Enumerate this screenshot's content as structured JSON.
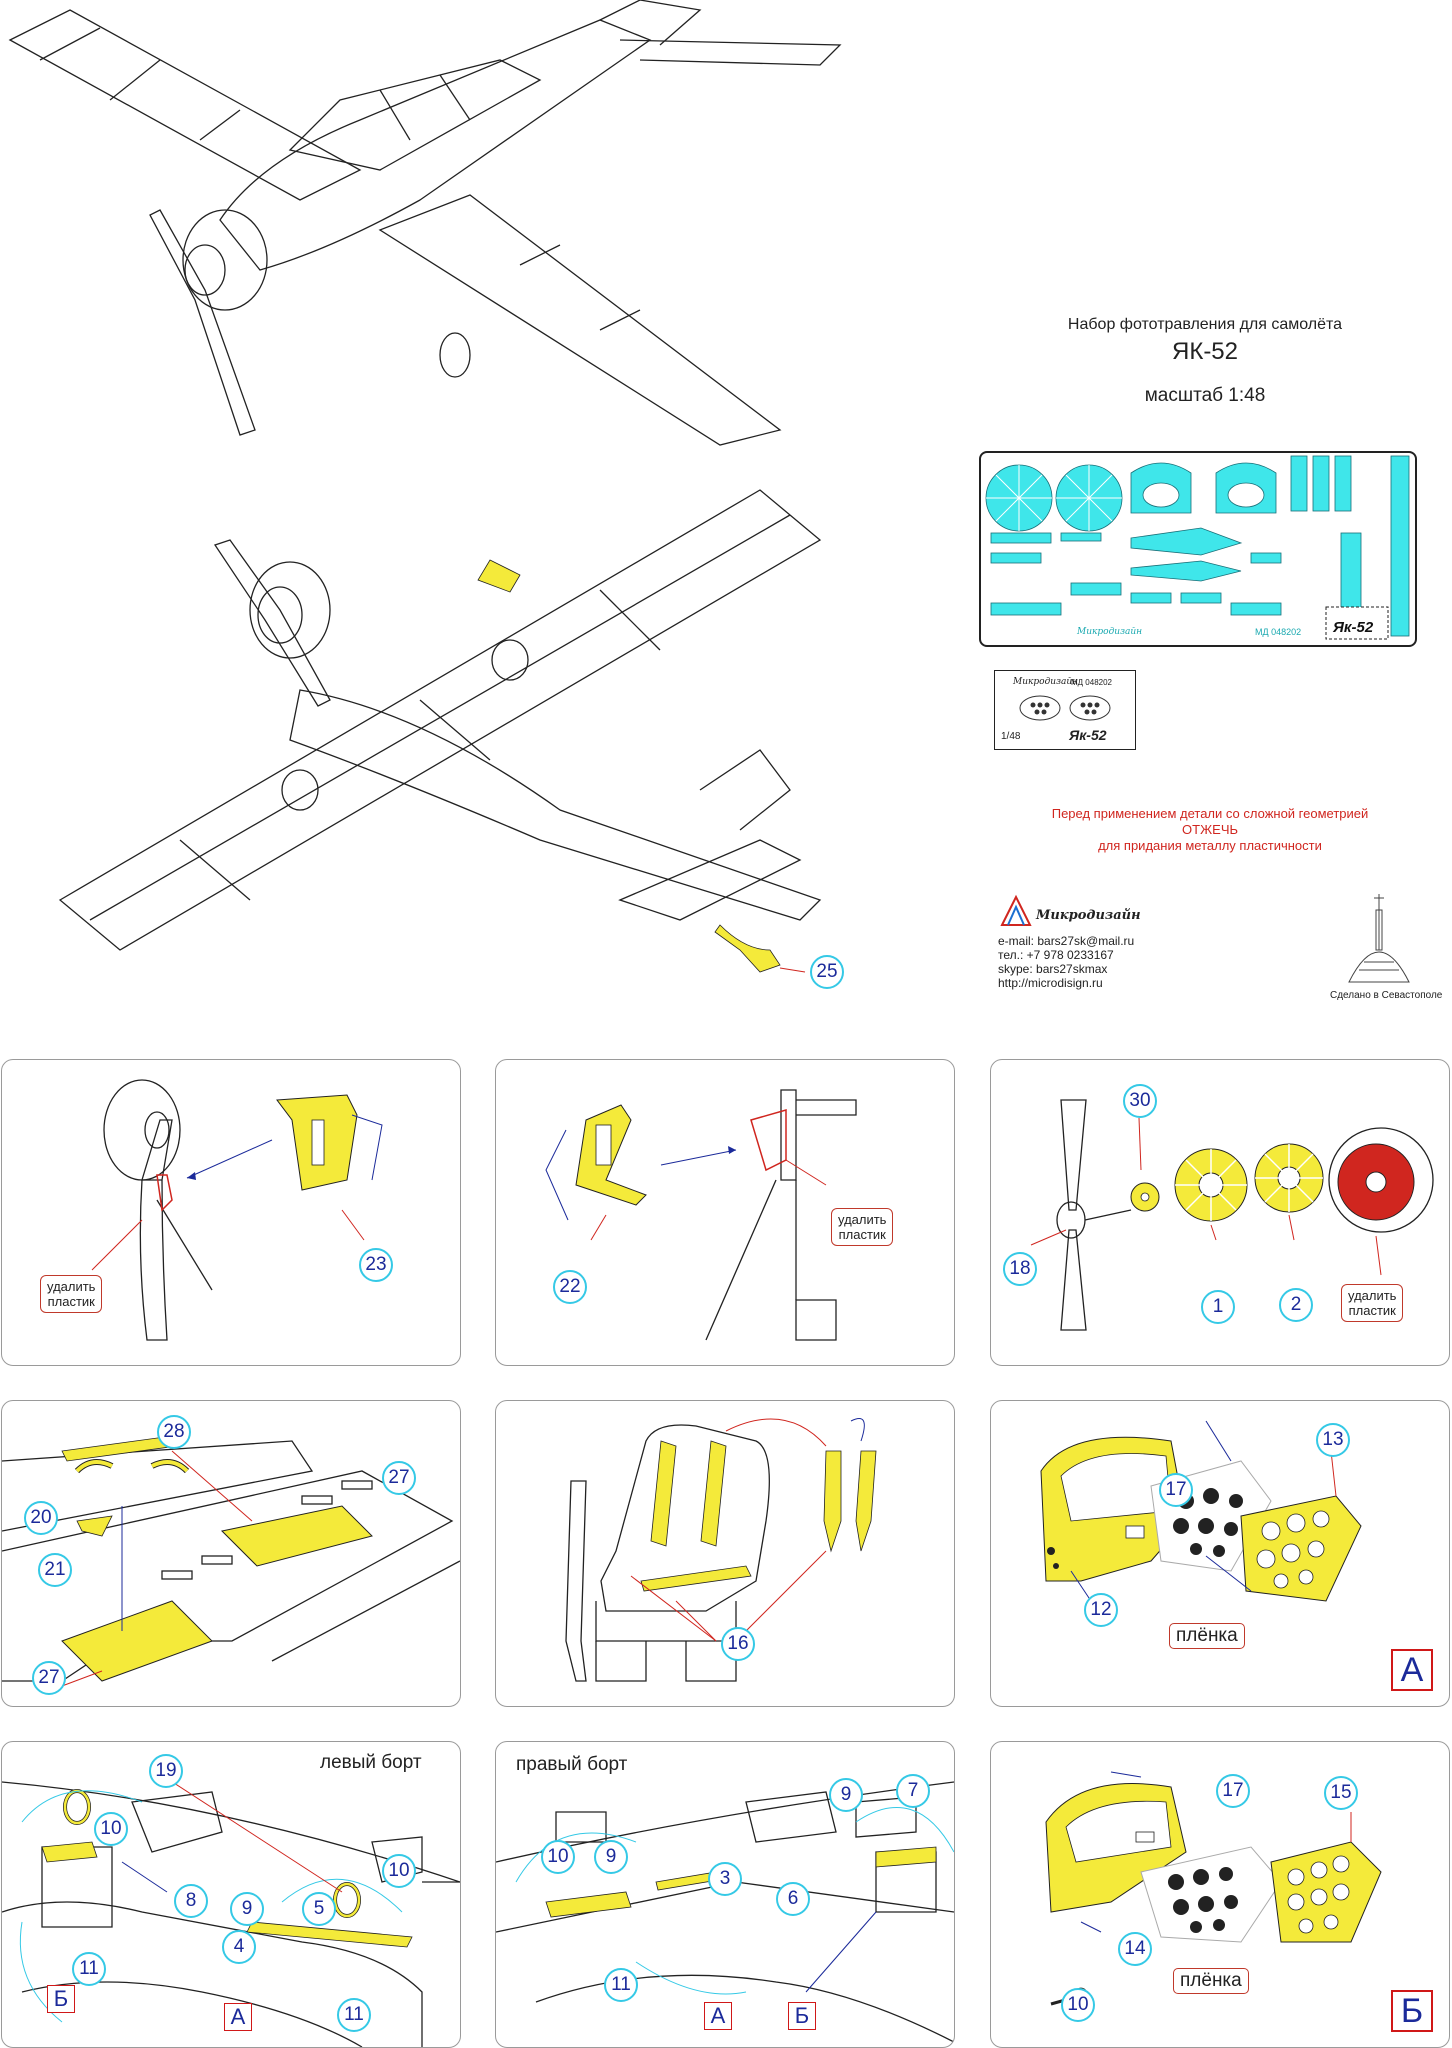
{
  "header": {
    "subtitle": "Набор фототравления для самолёта",
    "aircraft": "ЯК-52",
    "scale": "масштаб 1:48"
  },
  "fret": {
    "code": "МД 048202",
    "brand": "Микродизайн",
    "name": "Як-52",
    "film_scale": "1/48",
    "film_code": "МД 048202",
    "film_name": "Як-52"
  },
  "warning": {
    "line1": "Перед применением детали со сложной геометрией",
    "line2": "ОТЖЕЧЬ",
    "line3": "для придания металлу пластичности"
  },
  "contacts": {
    "brand": "Микродизайн",
    "email": "e-mail: bars27sk@mail.ru",
    "phone": "тел.: +7 978 0233167",
    "skype": "skype: bars27skmax",
    "web": "http://microdisign.ru",
    "city": "Сделано в Севастополе"
  },
  "overview": {
    "callout": "25"
  },
  "panels": {
    "p1": {
      "callout": "23",
      "remove": [
        "удалить",
        "пластик"
      ]
    },
    "p2": {
      "callout": "22",
      "remove": [
        "удалить",
        "пластик"
      ]
    },
    "p3": {
      "callouts": [
        "30",
        "18",
        "1",
        "2"
      ],
      "remove": [
        "удалить",
        "пластик"
      ]
    },
    "p4": {
      "callouts": [
        "28",
        "27",
        "20",
        "21",
        "27"
      ]
    },
    "p5": {
      "callout": "16"
    },
    "p6": {
      "callouts": [
        "13",
        "17",
        "12"
      ],
      "film": "плёнка",
      "letter": "А"
    },
    "p7": {
      "side": "левый борт",
      "callouts": [
        "19",
        "10",
        "8",
        "9",
        "5",
        "10",
        "4",
        "11",
        "11"
      ],
      "letters": [
        "Б",
        "А"
      ]
    },
    "p8": {
      "side": "правый борт",
      "callouts": [
        "9",
        "7",
        "10",
        "9",
        "3",
        "6",
        "11"
      ],
      "letters": [
        "А",
        "Б"
      ]
    },
    "p9": {
      "callouts": [
        "17",
        "15",
        "14",
        "10"
      ],
      "film": "плёнка",
      "letter": "Б"
    }
  },
  "colors": {
    "brass": "#f4ea3a",
    "fret": "#3fe6ea",
    "callout_ring": "#35c9e6",
    "callout_text": "#1b2a9a",
    "warning": "#d0261f",
    "frame": "#d01818"
  }
}
